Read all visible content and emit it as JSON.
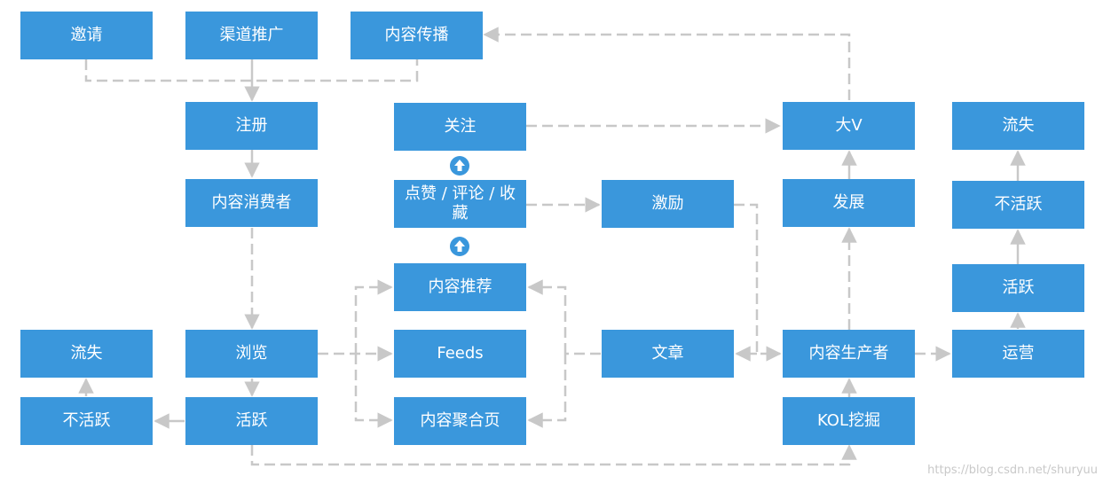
{
  "nodes": {
    "invite": "邀请",
    "channel_promo": "渠道推广",
    "content_spread": "内容传播",
    "register": "注册",
    "content_consumer": "内容消费者",
    "browse": "浏览",
    "active_left": "活跃",
    "inactive_left": "不活跃",
    "churn_left": "流失",
    "follow": "关注",
    "like_comment_collect": "点赞 / 评论 / 收藏",
    "content_recommend": "内容推荐",
    "feeds": "Feeds",
    "content_aggregate": "内容聚合页",
    "incentive": "激励",
    "article": "文章",
    "big_v": "大V",
    "develop": "发展",
    "content_producer": "内容生产者",
    "kol_mining": "KOL挖掘",
    "churn_right": "流失",
    "inactive_right": "不活跃",
    "active_right": "活跃",
    "operation": "运营"
  },
  "watermark": "https://blog.csdn.net/shuryuu",
  "colors": {
    "node_fill": "#3a97dc",
    "node_text": "#ffffff",
    "edge": "#c8c8c8",
    "up_badge": "#3a97dc"
  }
}
